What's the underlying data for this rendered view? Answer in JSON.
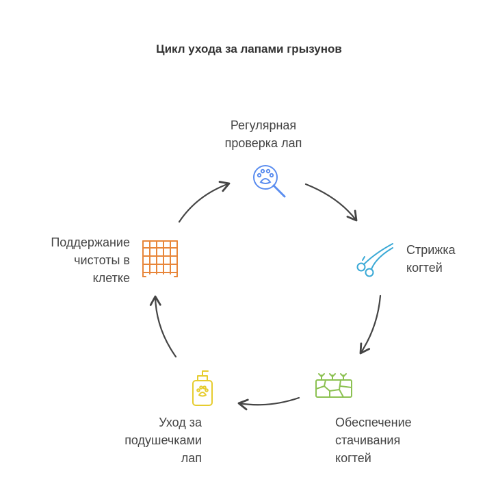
{
  "title": "Цикл ухода за лапами грызунов",
  "steps": [
    {
      "lines": [
        "Регулярная",
        "проверка лап"
      ],
      "icon": "paw-magnifier-icon",
      "color": "#5b8def"
    },
    {
      "lines": [
        "Стрижка",
        "когтей"
      ],
      "icon": "scissors-icon",
      "color": "#3aa9d6"
    },
    {
      "lines": [
        "Обеспечение",
        "стачивания",
        "когтей"
      ],
      "icon": "stone-tile-icon",
      "color": "#8cc152"
    },
    {
      "lines": [
        "Уход за",
        "подушечками",
        "лап"
      ],
      "icon": "paw-shampoo-bottle-icon",
      "color": "#e6cc2e"
    },
    {
      "lines": [
        "Поддержание",
        "чистоты в",
        "клетке"
      ],
      "icon": "cage-icon",
      "color": "#e8863a"
    }
  ]
}
